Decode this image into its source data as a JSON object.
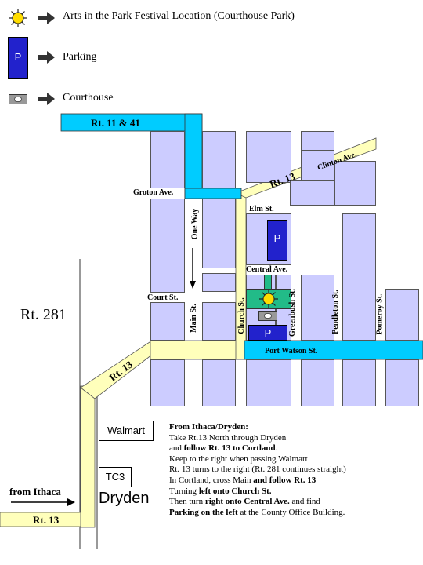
{
  "legend": {
    "festival": "Arts in the Park Festival Location (Courthouse Park)",
    "parking_symbol": "P",
    "parking": "Parking",
    "courthouse": "Courthouse"
  },
  "roads": {
    "rt11_41": "Rt. 11 & 41",
    "rt13_top": "Rt. 13",
    "clinton": "Clinton Ave.",
    "groton": "Groton Ave.",
    "one_way": "One Way",
    "elm": "Elm St.",
    "central": "Central Ave.",
    "court": "Court St.",
    "main": "Main St.",
    "church": "Church St.",
    "greenbush": "Greenbush St.",
    "pendleton": "Pendleton St.",
    "pomeroy": "Pomeroy St.",
    "port_watson": "Port Watson St.",
    "rt13_diag": "Rt. 13",
    "rt281": "Rt. 281",
    "rt13_bottom": "Rt. 13"
  },
  "places": {
    "walmart": "Walmart",
    "tc3": "TC3",
    "dryden": "Dryden",
    "from_ithaca": "from Ithaca",
    "parking_p1": "P",
    "parking_p2": "P"
  },
  "directions": {
    "heading": "From Ithaca/Dryden:",
    "l2": "Take Rt.13 North through Dryden",
    "l3a": "and ",
    "l3b": "follow Rt. 13 to Cortland",
    "l3c": ".",
    "l4": "Keep to the right when passing Walmart",
    "l5": "Rt. 13 turns to the right (Rt. 281 continues straight)",
    "l6a": "In Cortland, cross Main ",
    "l6b": "and follow Rt. 13",
    "l7a": "Turning ",
    "l7b": "left onto Church St.",
    "l8a": "Then turn ",
    "l8b": "right onto Central Ave.",
    "l8c": " and find",
    "l9a": "Parking on the left",
    "l9b": " at the County Office Building."
  },
  "colors": {
    "block": "#ccccff",
    "highway": "#00ccff",
    "route13": "#ffffbb",
    "parking": "#2222cc",
    "park": "#22bb88",
    "sun": "#ffdd00"
  },
  "icons": [
    "sun-icon",
    "arrow-right-icon",
    "parking-icon",
    "courthouse-icon",
    "arrow-down-icon"
  ]
}
